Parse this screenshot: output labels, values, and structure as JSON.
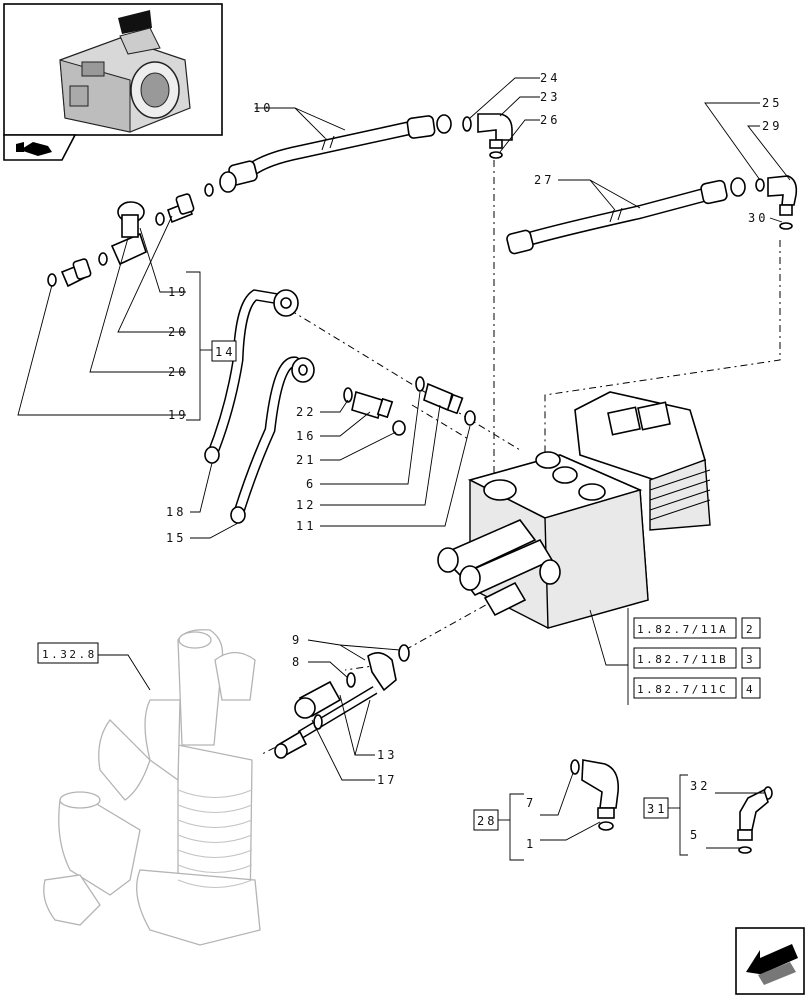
{
  "callouts": {
    "c10": "10",
    "c24": "24",
    "c23": "23",
    "c26": "26",
    "c25": "25",
    "c29": "29",
    "c27": "27",
    "c30": "30",
    "c19a": "19",
    "c20a": "20",
    "c14": "14",
    "c20b": "20",
    "c19b": "19",
    "c22": "22",
    "c16": "16",
    "c21": "21",
    "c6": "6",
    "c12": "12",
    "c11": "11",
    "c18": "18",
    "c15": "15",
    "c9": "9",
    "c8": "8",
    "c13": "13",
    "c17": "17",
    "c7": "7",
    "c28": "28",
    "c1": "1",
    "c32": "32",
    "c31": "31",
    "c5": "5"
  },
  "references": {
    "ref_1_32_8": "1.32.8",
    "ref_11a": "1.82.7/11A",
    "ref_11a_n": "2",
    "ref_11b": "1.82.7/11B",
    "ref_11b_n": "3",
    "ref_11c": "1.82.7/11C",
    "ref_11c_n": "4"
  },
  "icons": {
    "thumbnail": "transmission-housing-thumbnail",
    "nav_prev": "previous-page-icon",
    "nav_next": "next-page-arrow-icon"
  },
  "colors": {
    "line": "#000000",
    "ghost": "#b4b4b4",
    "fill": "#e9e9e9"
  }
}
